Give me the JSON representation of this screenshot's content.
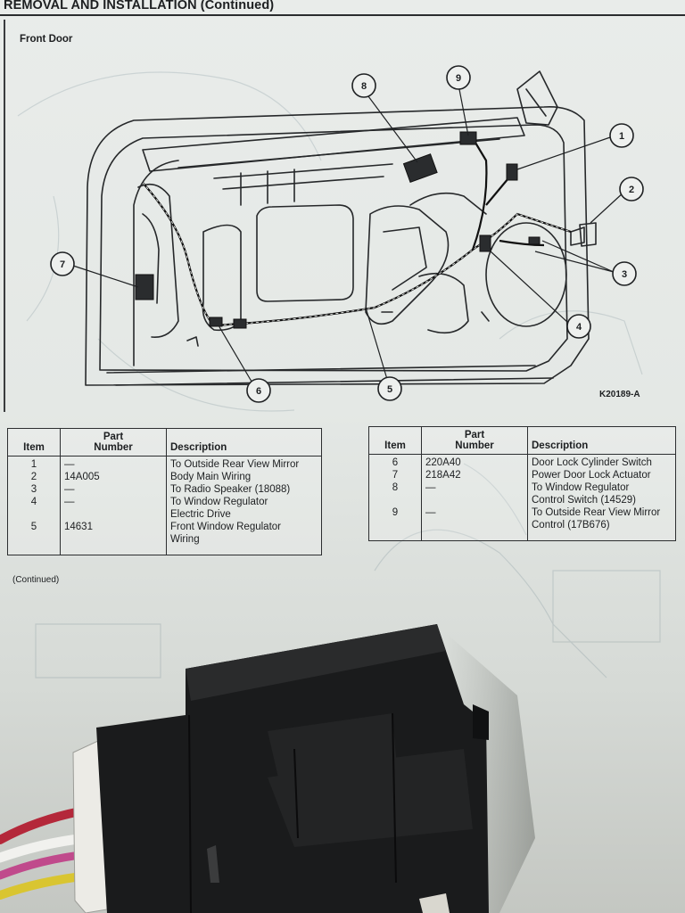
{
  "header": {
    "title": "REMOVAL AND INSTALLATION (Continued)"
  },
  "figure": {
    "title": "Front Door",
    "id": "K20189-A",
    "callouts": [
      "1",
      "2",
      "3",
      "4",
      "5",
      "6",
      "7",
      "8",
      "9"
    ]
  },
  "parts_table": {
    "headers": {
      "item": "Item",
      "part": "Part\nNumber",
      "description": "Description"
    },
    "left": [
      {
        "item": "1",
        "part": "—",
        "description": "To Outside Rear View Mirror"
      },
      {
        "item": "2",
        "part": "14A005",
        "description": "Body Main Wiring"
      },
      {
        "item": "3",
        "part": "—",
        "description": "To Radio Speaker (18088)"
      },
      {
        "item": "4",
        "part": "—",
        "description": "To Window Regulator\nElectric Drive"
      },
      {
        "item": "5",
        "part": "14631",
        "description": "Front Window Regulator\nWiring"
      }
    ],
    "right": [
      {
        "item": "6",
        "part": "220A40",
        "description": "Door Lock Cylinder Switch"
      },
      {
        "item": "7",
        "part": "218A42",
        "description": "Power Door Lock Actuator"
      },
      {
        "item": "8",
        "part": "—",
        "description": "To Window Regulator\nControl Switch (14529)"
      },
      {
        "item": "9",
        "part": "—",
        "description": "To Outside Rear View Mirror\nControl (17B676)"
      }
    ]
  },
  "footer_note": "(Continued)",
  "colors": {
    "paper": "#e6e9e7",
    "ink": "#1d1f21",
    "connector_body": "#1a1b1c",
    "wire_red": "#b4283a",
    "wire_white": "#f1f1ee",
    "wire_pink": "#c04a8c",
    "wire_yellow": "#d9c531"
  }
}
